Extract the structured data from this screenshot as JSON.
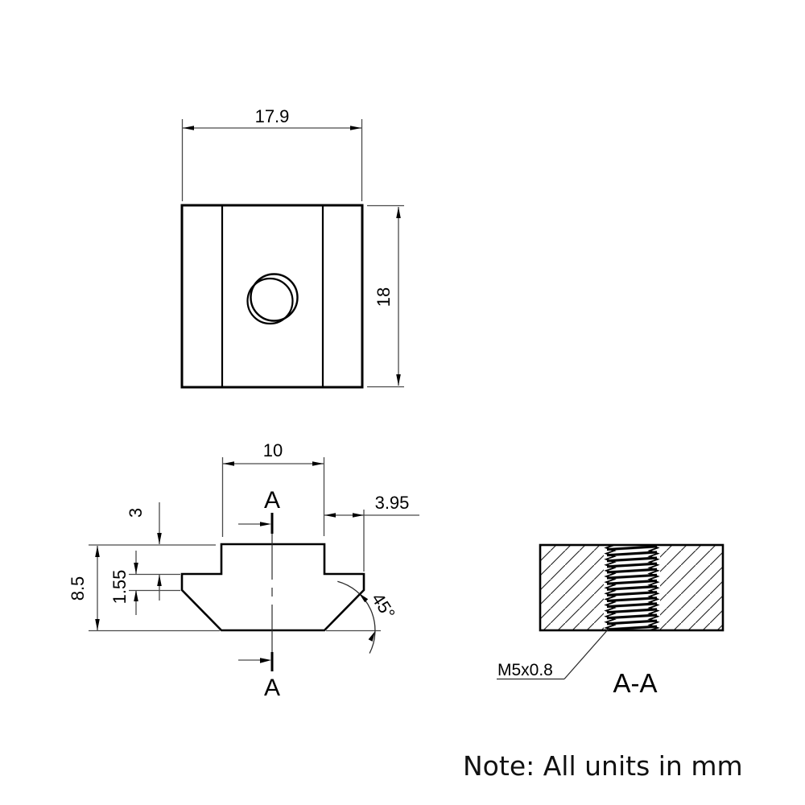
{
  "drawing": {
    "top_view": {
      "width_dim": "17.9",
      "height_dim": "18"
    },
    "front_view": {
      "top_width_dim": "10",
      "step_width_dim": "3.95",
      "head_height_dim": "3",
      "lip_height_dim": "1.55",
      "total_height_dim": "8.5",
      "chamfer_angle_dim": "45°",
      "section_label_top": "A",
      "section_label_bottom": "A"
    },
    "section_view": {
      "thread_callout": "M5x0.8",
      "title": "A-A"
    },
    "note": "Note: All units in mm",
    "colors": {
      "line": "#000000",
      "thin_line": "#4a4a4a",
      "background": "#ffffff"
    }
  }
}
